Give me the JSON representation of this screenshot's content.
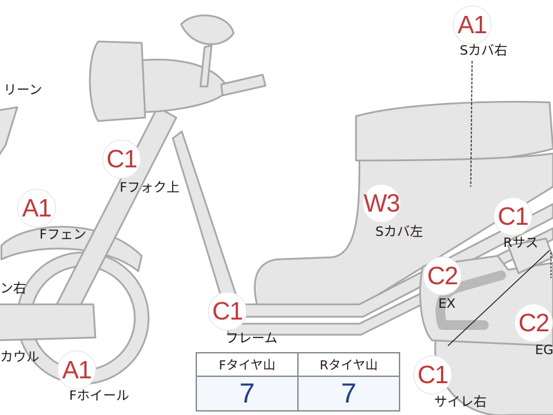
{
  "colors": {
    "part_fill": "#e6e6e6",
    "part_stroke": "#a7a7a7",
    "grade_text": "#c0393b",
    "tread_value": "#1f3d8a",
    "table_border": "#8a8f94"
  },
  "callouts": {
    "s_cover_right": {
      "grade": "A1",
      "label": "Sカバ右"
    },
    "screen": {
      "label": "リーン"
    },
    "f_fork_upper": {
      "grade": "C1",
      "label": "Fフォク上"
    },
    "f_fender": {
      "grade": "A1",
      "label": "Fフェン"
    },
    "s_cover_left": {
      "grade": "W3",
      "label": "Sカバ左"
    },
    "r_suspension": {
      "grade": "C1",
      "label": "Rサス"
    },
    "mirror_right": {
      "label": "ン右"
    },
    "exhaust": {
      "grade": "C2",
      "label": "EX"
    },
    "frame": {
      "grade": "C1",
      "label": "フレーム"
    },
    "engine": {
      "grade": "C2",
      "label": "EG"
    },
    "front_cowl": {
      "label": "カウル"
    },
    "f_wheel": {
      "grade": "A1",
      "label": "Fホイール"
    },
    "silencer_right": {
      "grade": "C1",
      "label": "サイレ右"
    }
  },
  "tire_table": {
    "headers": [
      "Fタイヤ山",
      "Rタイヤ山"
    ],
    "values": [
      "7",
      "7"
    ]
  }
}
